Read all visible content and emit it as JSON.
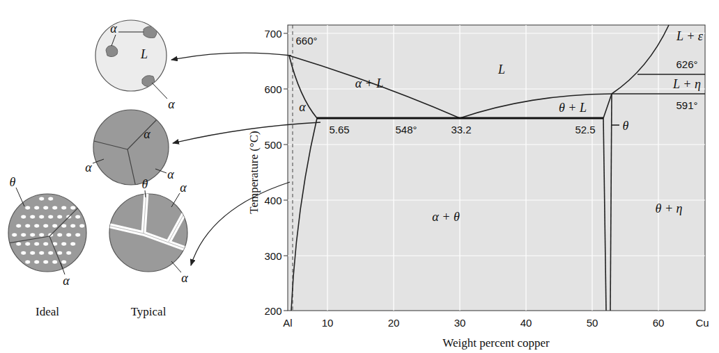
{
  "diagram": {
    "nodes": [
      {
        "text": [
          "α",
          "L",
          "α"
        ]
      },
      {
        "text": [
          "α",
          "α",
          "α"
        ]
      },
      {
        "text": [
          "θ",
          "α",
          "Ideal"
        ]
      },
      {
        "text": [
          "θ",
          "α",
          "α",
          "Typical"
        ]
      }
    ],
    "labels": [
      "700",
      "600",
      "500",
      "400",
      "300",
      "200",
      "Al",
      "10",
      "20",
      "30",
      "40",
      "50",
      "60",
      "Cu",
      "Temperature (°C)",
      "Weight percent copper",
      "660°",
      "L",
      "α + L",
      "α",
      "5.65",
      "548°",
      "33.2",
      "52.5",
      "θ + L",
      "θ",
      "L + ε",
      "626°",
      "L + η",
      "591°",
      "α + θ",
      "θ + η"
    ]
  }
}
